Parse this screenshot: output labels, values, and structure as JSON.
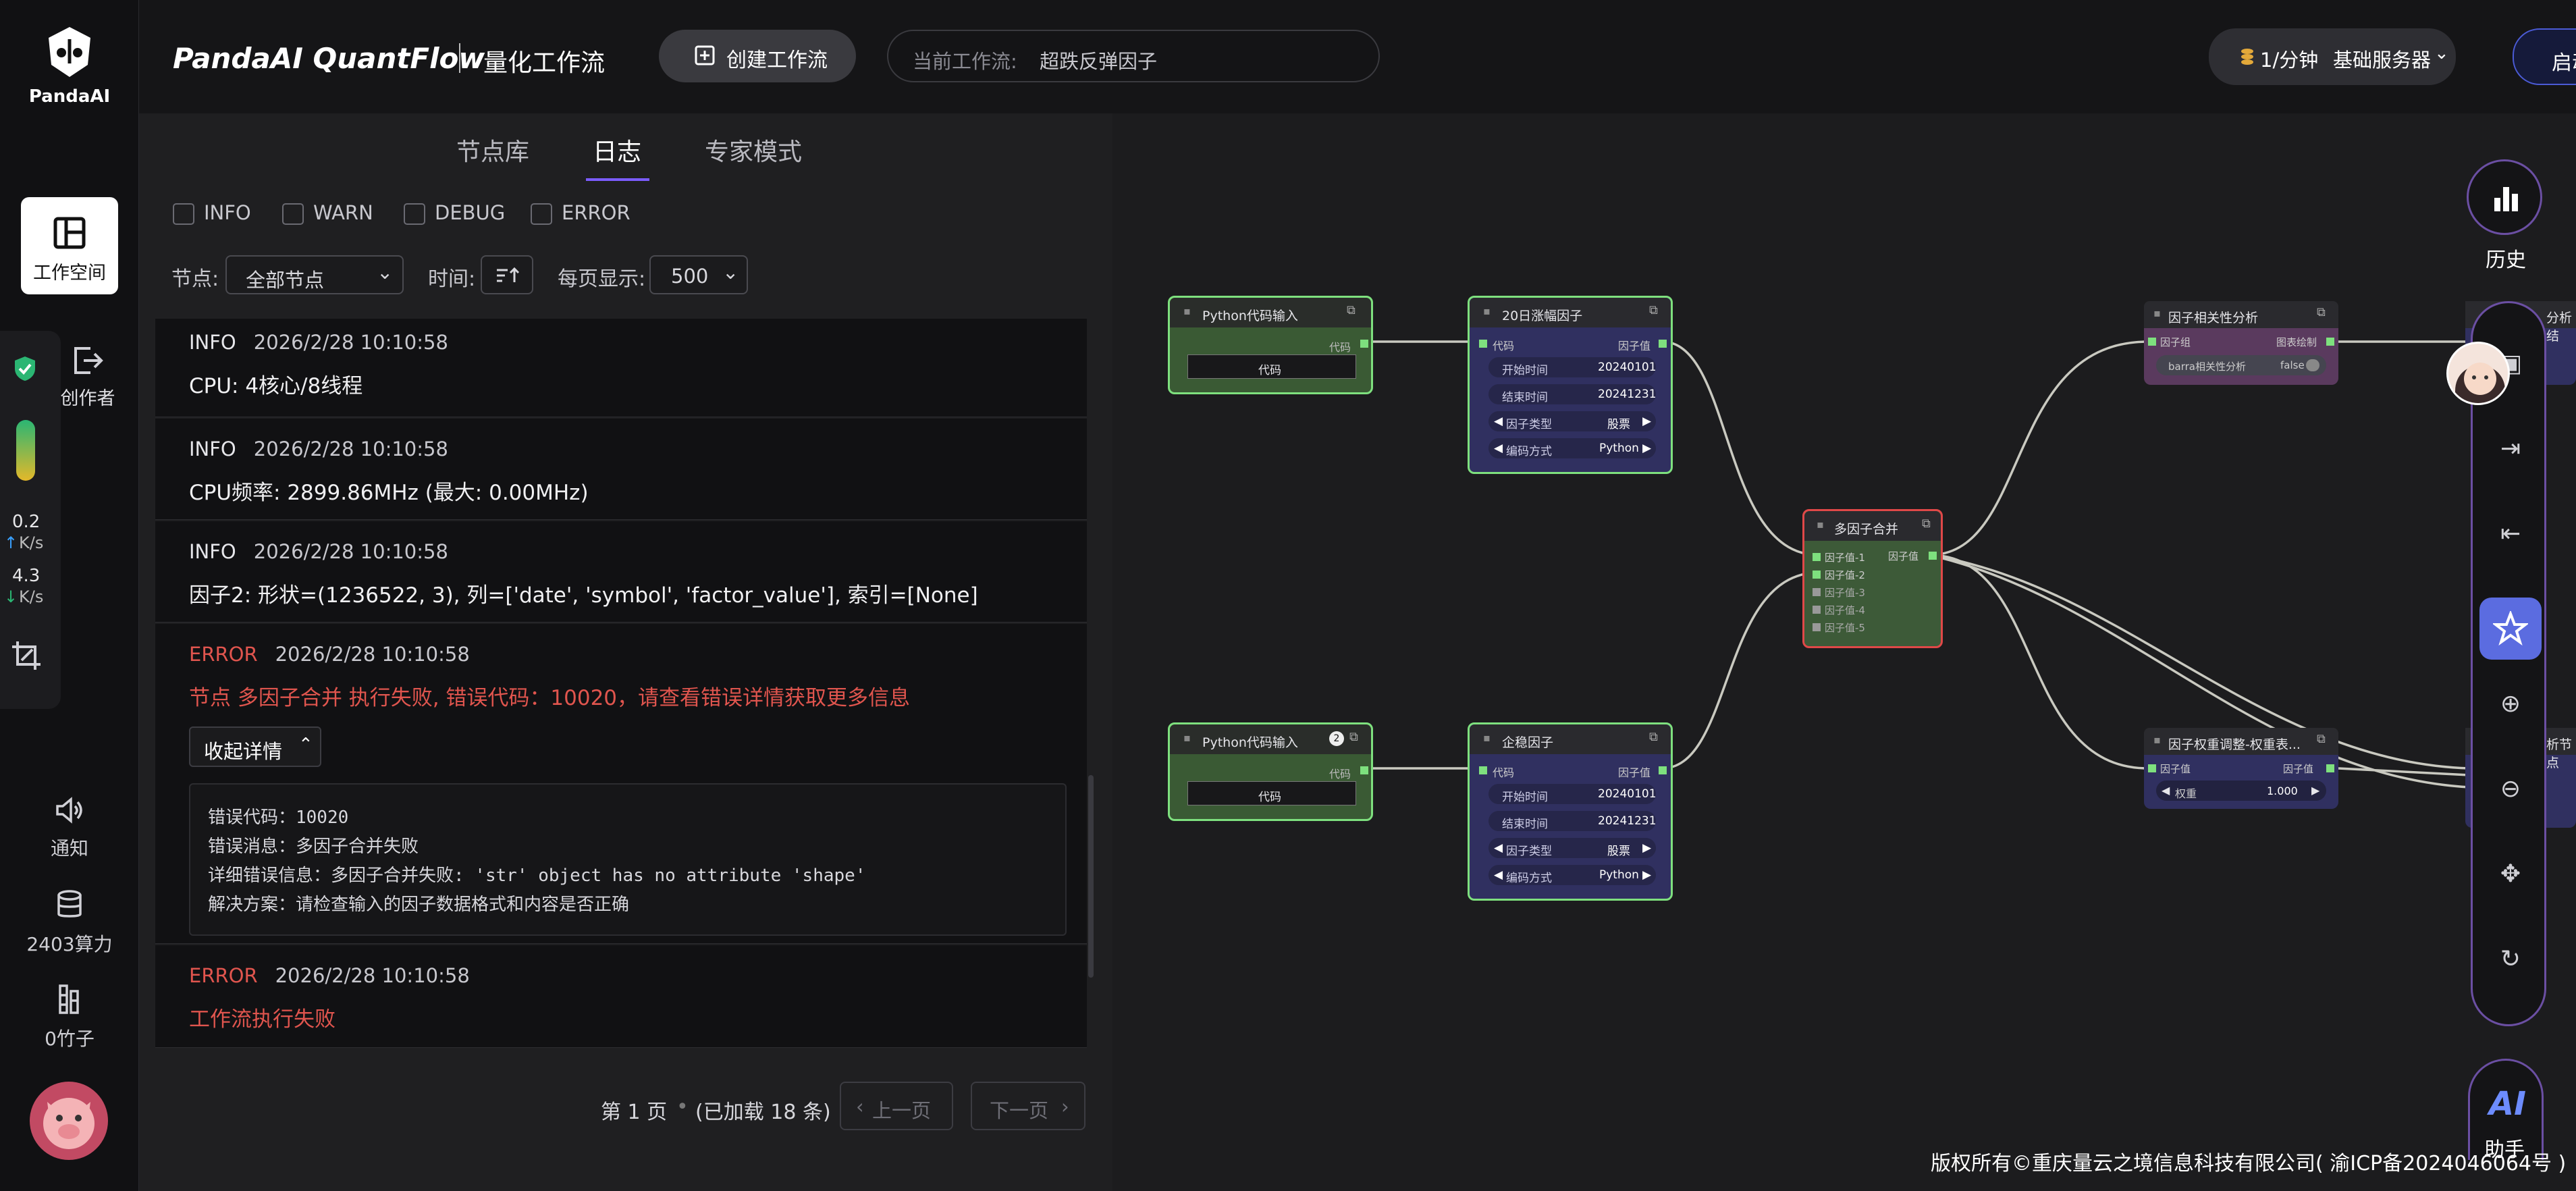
{
  "brand": {
    "logo_text": "PandaAI",
    "app_title": "PandaAI QuantFlow",
    "subtitle": "量化工作流"
  },
  "header": {
    "create_button": "创建工作流",
    "current_label": "当前工作流:",
    "current_value": "超跌反弹因子",
    "rate": "1/分钟",
    "server": "基础服务器",
    "start_button": "启动工作流"
  },
  "sidebar": {
    "workspace": "工作空间",
    "creator": "创作者",
    "net_up": "0.2",
    "net_up_unit": "K/s",
    "net_down": "4.3",
    "net_down_unit": "K/s",
    "notify": "通知",
    "compute": "2403算力",
    "bamboo": "0竹子"
  },
  "panel": {
    "tabs": [
      {
        "label": "节点库"
      },
      {
        "label": "日志"
      },
      {
        "label": "专家模式"
      }
    ],
    "filters": [
      {
        "label": "INFO"
      },
      {
        "label": "WARN"
      },
      {
        "label": "DEBUG"
      },
      {
        "label": "ERROR"
      }
    ],
    "node_label": "节点:",
    "node_value": "全部节点",
    "time_label": "时间:",
    "per_page_label": "每页显示:",
    "per_page_value": "500",
    "logs": [
      {
        "level": "INFO",
        "time": "2026/2/28 10:10:58",
        "message": "CPU: 4核心/8线程"
      },
      {
        "level": "INFO",
        "time": "2026/2/28 10:10:58",
        "message": "CPU频率: 2899.86MHz (最大: 0.00MHz)"
      },
      {
        "level": "INFO",
        "time": "2026/2/28 10:10:58",
        "message": "因子2: 形状=(1236522, 3), 列=['date', 'symbol', 'factor_value'], 索引=[None]"
      },
      {
        "level": "ERROR",
        "time": "2026/2/28 10:10:58",
        "message": "节点 多因子合并 执行失败, 错误代码：10020，请查看错误详情获取更多信息"
      },
      {
        "level": "ERROR",
        "time": "2026/2/28 10:10:58",
        "message": "工作流执行失败"
      }
    ],
    "collapse_label": "收起详情",
    "detail_lines": [
      "错误代码：10020",
      "错误消息：多因子合并失败",
      "详细错误信息：多因子合并失败: 'str' object has no attribute 'shape'",
      "解决方案：请检查输入的因子数据格式和内容是否正确"
    ],
    "page_info": "第 1 页",
    "loaded": "(已加载 18 条)",
    "prev": "上一页",
    "next": "下一页"
  },
  "canvas": {
    "nodes": {
      "py1": {
        "title": "Python代码输入",
        "out": "代码",
        "field": "代码"
      },
      "mom": {
        "title": "20日涨幅因子",
        "in": "代码",
        "out": "因子值",
        "start_label": "开始时间",
        "start": "20240101",
        "end_label": "结束时间",
        "end": "20241231",
        "type_label": "因子类型",
        "type": "股票",
        "code_label": "编码方式",
        "code": "Python"
      },
      "py2": {
        "title": "Python代码输入",
        "badge": "2",
        "out": "代码",
        "field": "代码"
      },
      "stable": {
        "title": "企稳因子",
        "in": "代码",
        "out": "因子值",
        "start_label": "开始时间",
        "start": "20240101",
        "end_label": "结束时间",
        "end": "20241231",
        "type_label": "因子类型",
        "type": "股票",
        "code_label": "编码方式",
        "code": "Python"
      },
      "merge": {
        "title": "多因子合并",
        "out": "因子值",
        "inputs": [
          "因子值-1",
          "因子值-2",
          "因子值-3",
          "因子值-4",
          "因子值-5"
        ]
      },
      "corr": {
        "title": "因子相关性分析",
        "in": "因子组",
        "out": "图表绘制",
        "opt_label": "barra相关性分析",
        "opt_value": "false"
      },
      "weight": {
        "title": "因子权重调整-权重表...",
        "in": "因子值",
        "out": "因子值",
        "w_label": "权重",
        "w_value": "1.000"
      },
      "cut1": {
        "title": "因子",
        "title_tail": "分析结"
      },
      "cut2": {
        "title": "因",
        "title_tail": "析节点"
      }
    }
  },
  "right": {
    "history": "历史",
    "assistant": "助手",
    "ai": "AI"
  },
  "footer": {
    "copyright": "版权所有©重庆量云之境信息科技有限公司( 渝ICP备2024046064号 )"
  }
}
